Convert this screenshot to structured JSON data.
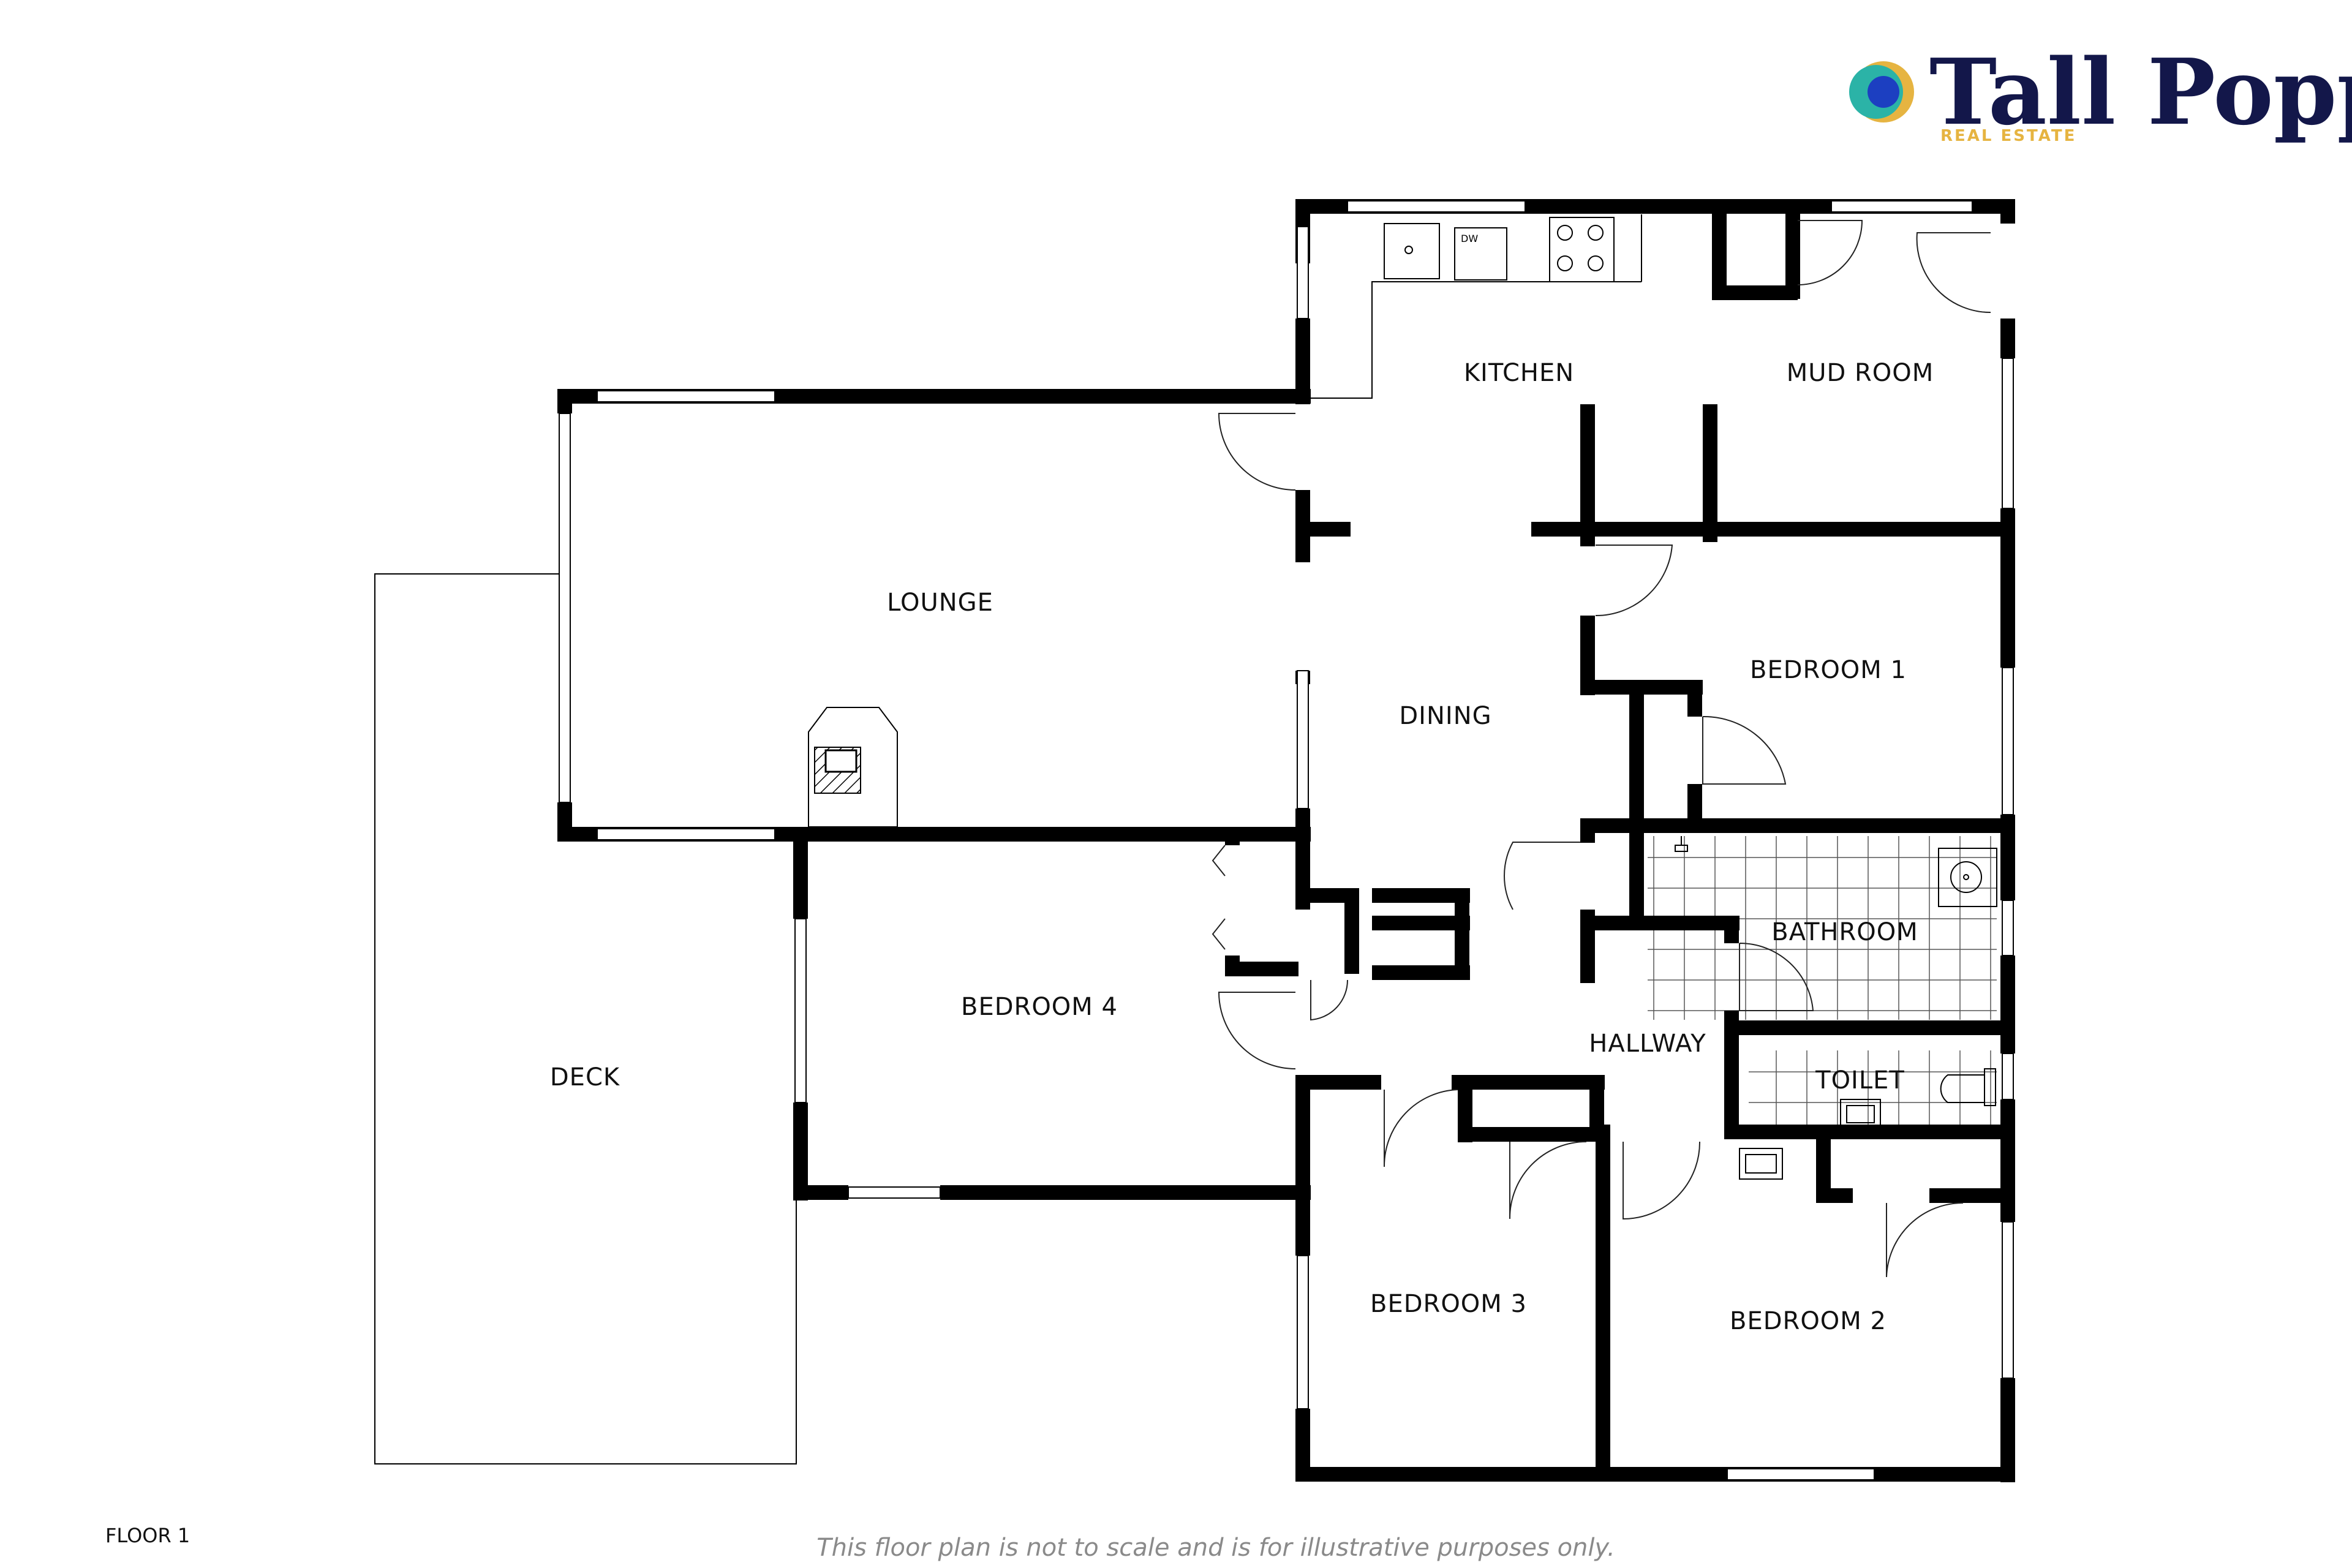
{
  "brand": {
    "name": "Tall Poppy",
    "tagline": "REAL ESTATE",
    "colors": {
      "navy": "#13174a",
      "teal": "#2bb3a7",
      "gold": "#e6b441",
      "blue": "#1c3fc1"
    }
  },
  "floor_label": "FLOOR 1",
  "disclaimer": "This floor plan is not to scale and is for illustrative purposes only.",
  "rooms": {
    "kitchen": "KITCHEN",
    "mud_room": "MUD ROOM",
    "lounge": "LOUNGE",
    "dining": "DINING",
    "bedroom_1": "BEDROOM 1",
    "bathroom": "BATHROOM",
    "bedroom_4": "BEDROOM 4",
    "hallway": "HALLWAY",
    "toilet": "TOILET",
    "deck": "DECK",
    "bedroom_3": "BEDROOM 3",
    "bedroom_2": "BEDROOM 2"
  },
  "fixtures": {
    "dishwasher": "DW"
  }
}
